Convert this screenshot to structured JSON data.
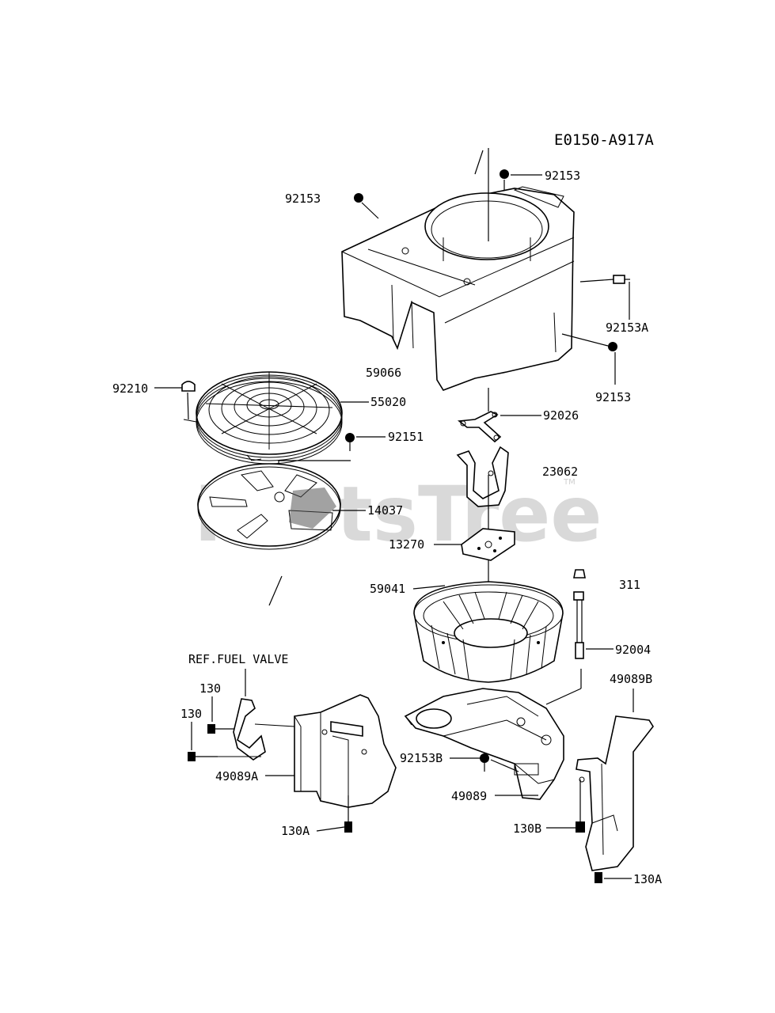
{
  "diagram_code": "E0150-A917A",
  "watermark": "PartsTree",
  "trademark": "TM",
  "ref_note": "REF.FUEL VALVE",
  "labels": {
    "p92153_top": "92153",
    "p92153_left": "92153",
    "p92153a": "92153A",
    "p92153_right": "92153",
    "p59066": "59066",
    "p92210": "92210",
    "p55020": "55020",
    "p92026": "92026",
    "p92151": "92151",
    "p23062": "23062",
    "p14037": "14037",
    "p13270": "13270",
    "p59041": "59041",
    "p311": "311",
    "p92004": "92004",
    "p130_a": "130",
    "p130_b": "130",
    "p49089b": "49089B",
    "p92153b": "92153B",
    "p49089a": "49089A",
    "p49089": "49089",
    "p130a_left": "130A",
    "p130b": "130B",
    "p130a_right": "130A"
  }
}
